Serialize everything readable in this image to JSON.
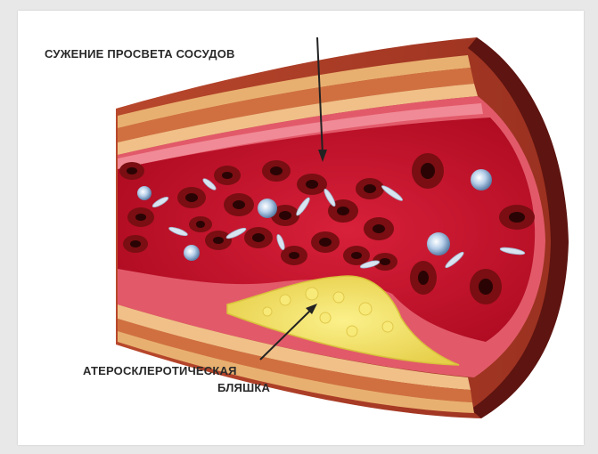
{
  "labels": {
    "narrowing": "СУЖЕНИЕ ПРОСВЕТА СОСУДОВ",
    "plaque_line1": "АТЕРОСКЛЕРОТИЧЕСКАЯ",
    "plaque_line2": "БЛЯШКА"
  },
  "colors": {
    "background": "#e8e8e8",
    "canvas": "#ffffff",
    "outer_wall": "#a83a24",
    "wall_dark_edge": "#5e1410",
    "wall_layer": "#d48048",
    "wall_band": "#e8b070",
    "lumen": "#c9102a",
    "inner_tissue": "#e25a6a",
    "plaque": "#f1e36a",
    "plaque_edge": "#d8c23a",
    "red_cell": "#7a0e12",
    "red_cell_center": "#2a0404",
    "white_cell": "#c8dcf0",
    "platelet": "#d8e4f0"
  },
  "icons": {
    "arrow": "arrow-pointer-icon"
  }
}
